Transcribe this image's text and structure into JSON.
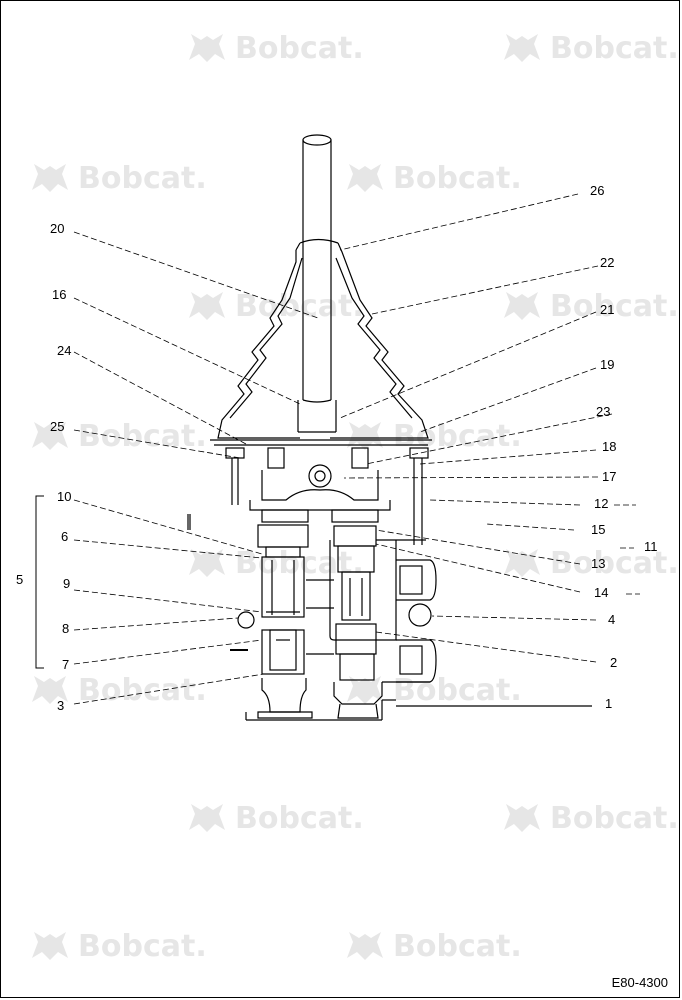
{
  "watermark": {
    "text": "Bobcat.",
    "icon": "bobcat-logo-icon"
  },
  "callouts": {
    "c1": "1",
    "c2": "2",
    "c3": "3",
    "c4": "4",
    "c5": "5",
    "c6": "6",
    "c7": "7",
    "c8": "8",
    "c9": "9",
    "c10": "10",
    "c11": "11",
    "c12": "12",
    "c13": "13",
    "c14": "14",
    "c15": "15",
    "c16": "16",
    "c17": "17",
    "c18": "18",
    "c19": "19",
    "c20": "20",
    "c21": "21",
    "c22": "22",
    "c23": "23",
    "c24": "24",
    "c25": "25",
    "c26": "26"
  },
  "drawing_code": "E80-4300"
}
